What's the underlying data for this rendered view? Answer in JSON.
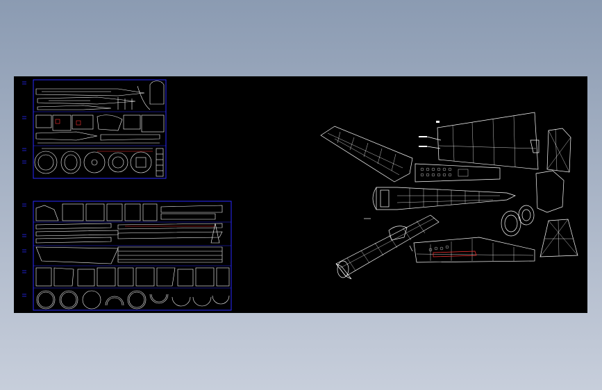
{
  "colors": {
    "background_top": "#8a9bb1",
    "background_bottom": "#c5ccd9",
    "canvas": "#000000",
    "frame": "#2222ff",
    "line": "#ffffff",
    "accent": "#ff2020",
    "note": "#ffff66"
  },
  "icons": {
    "canvas": "cad-drawing-canvas",
    "sheet_left_top": "parts-sheet",
    "sheet_left_bottom": "parts-sheet",
    "assembly": "aircraft-exploded-view"
  }
}
